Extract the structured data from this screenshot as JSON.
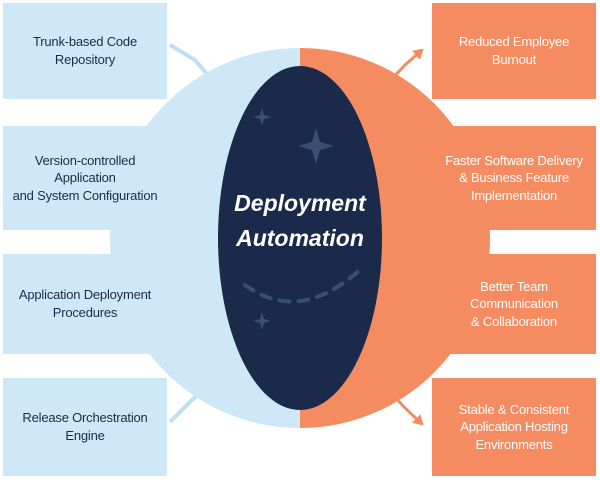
{
  "center": {
    "line1": "Deployment",
    "line2": "Automation"
  },
  "inputs": [
    {
      "line1": "Trunk-based Code",
      "line2": "Repository"
    },
    {
      "line1": "Version-controlled Application",
      "line2": "and System Configuration"
    },
    {
      "line1": "Application Deployment",
      "line2": "Procedures"
    },
    {
      "line1": "Release Orchestration",
      "line2": "Engine"
    }
  ],
  "outputs": [
    {
      "line1": "Reduced Employee Burnout",
      "line2": "",
      "line3": ""
    },
    {
      "line1": "Faster Software Delivery",
      "line2": "& Business Feature",
      "line3": "Implementation"
    },
    {
      "line1": "Better Team Communication",
      "line2": "& Collaboration",
      "line3": ""
    },
    {
      "line1": "Stable & Consistent",
      "line2": "Application Hosting",
      "line3": "Environments"
    }
  ],
  "colors": {
    "input_box": "#cfe8f7",
    "input_arrow": "#bfe0f4",
    "output_box": "#f58b61",
    "output_arrow": "#f58b61",
    "circle_fill": "#1b2a4a",
    "ring_left": "#cfe8f7",
    "ring_right": "#f58b61"
  }
}
